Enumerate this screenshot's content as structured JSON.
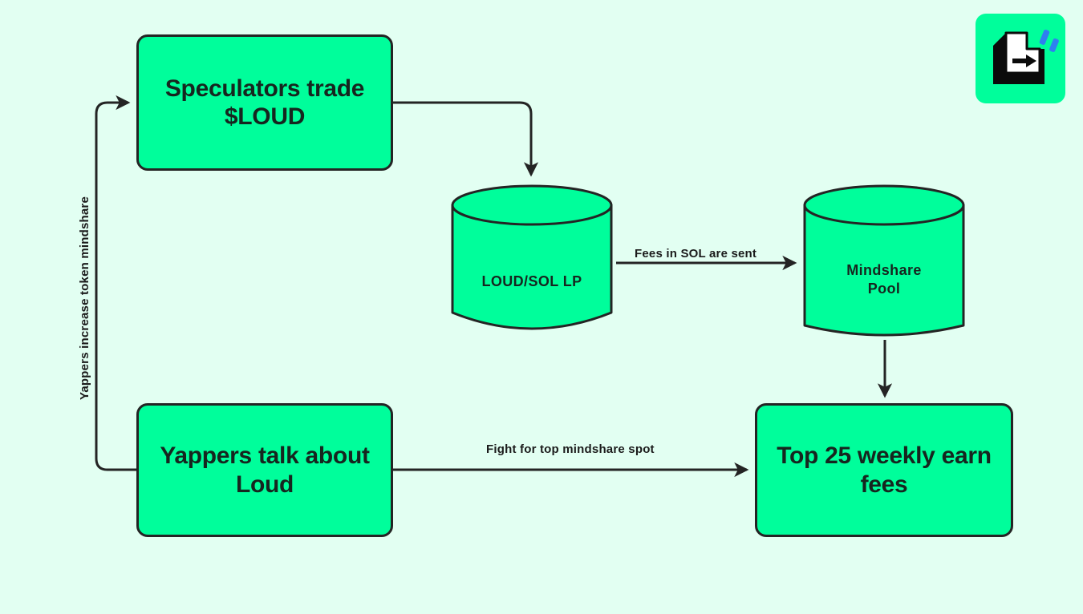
{
  "page": {
    "title": "LOUD token flywheel diagram",
    "background_color": "#e2fff2",
    "node_fill_color": "#00fe9b",
    "stroke_color": "#242424",
    "text_color": "#16261f",
    "accent_blue": "#2f7ff0"
  },
  "nodes": {
    "speculators": {
      "label": "Speculators trade $LOUD",
      "line1": "Speculators trade",
      "line2": "$LOUD",
      "shape": "rounded-rect"
    },
    "yappers": {
      "label": "Yappers talk about Loud",
      "line1": "Yappers talk about",
      "line2": "Loud",
      "shape": "rounded-rect"
    },
    "top25": {
      "label": "Top 25 weekly earn fees",
      "line1": "Top 25 weekly earn",
      "line2": "fees",
      "shape": "rounded-rect"
    },
    "loud_sol_lp": {
      "label": "LOUD/SOL LP",
      "shape": "cylinder"
    },
    "mindshare_pool": {
      "label": "Mindshare Pool",
      "line1": "Mindshare",
      "line2": "Pool",
      "shape": "cylinder"
    }
  },
  "edges": {
    "speculators_to_lp": {
      "label": "",
      "from": "speculators",
      "to": "loud_sol_lp"
    },
    "lp_to_pool": {
      "label": "Fees in SOL are sent",
      "from": "loud_sol_lp",
      "to": "mindshare_pool"
    },
    "pool_to_top25": {
      "label": "",
      "from": "mindshare_pool",
      "to": "top25"
    },
    "yappers_to_top25": {
      "label": "Fight for top mindshare spot",
      "from": "yappers",
      "to": "top25"
    },
    "yappers_to_speculators": {
      "label": "Yappers increase token mindshare",
      "from": "yappers",
      "to": "speculators"
    }
  },
  "logo": {
    "name": "document-arrow-logo",
    "badge_color": "#00fe9b",
    "accent_color": "#2f7ff0"
  }
}
